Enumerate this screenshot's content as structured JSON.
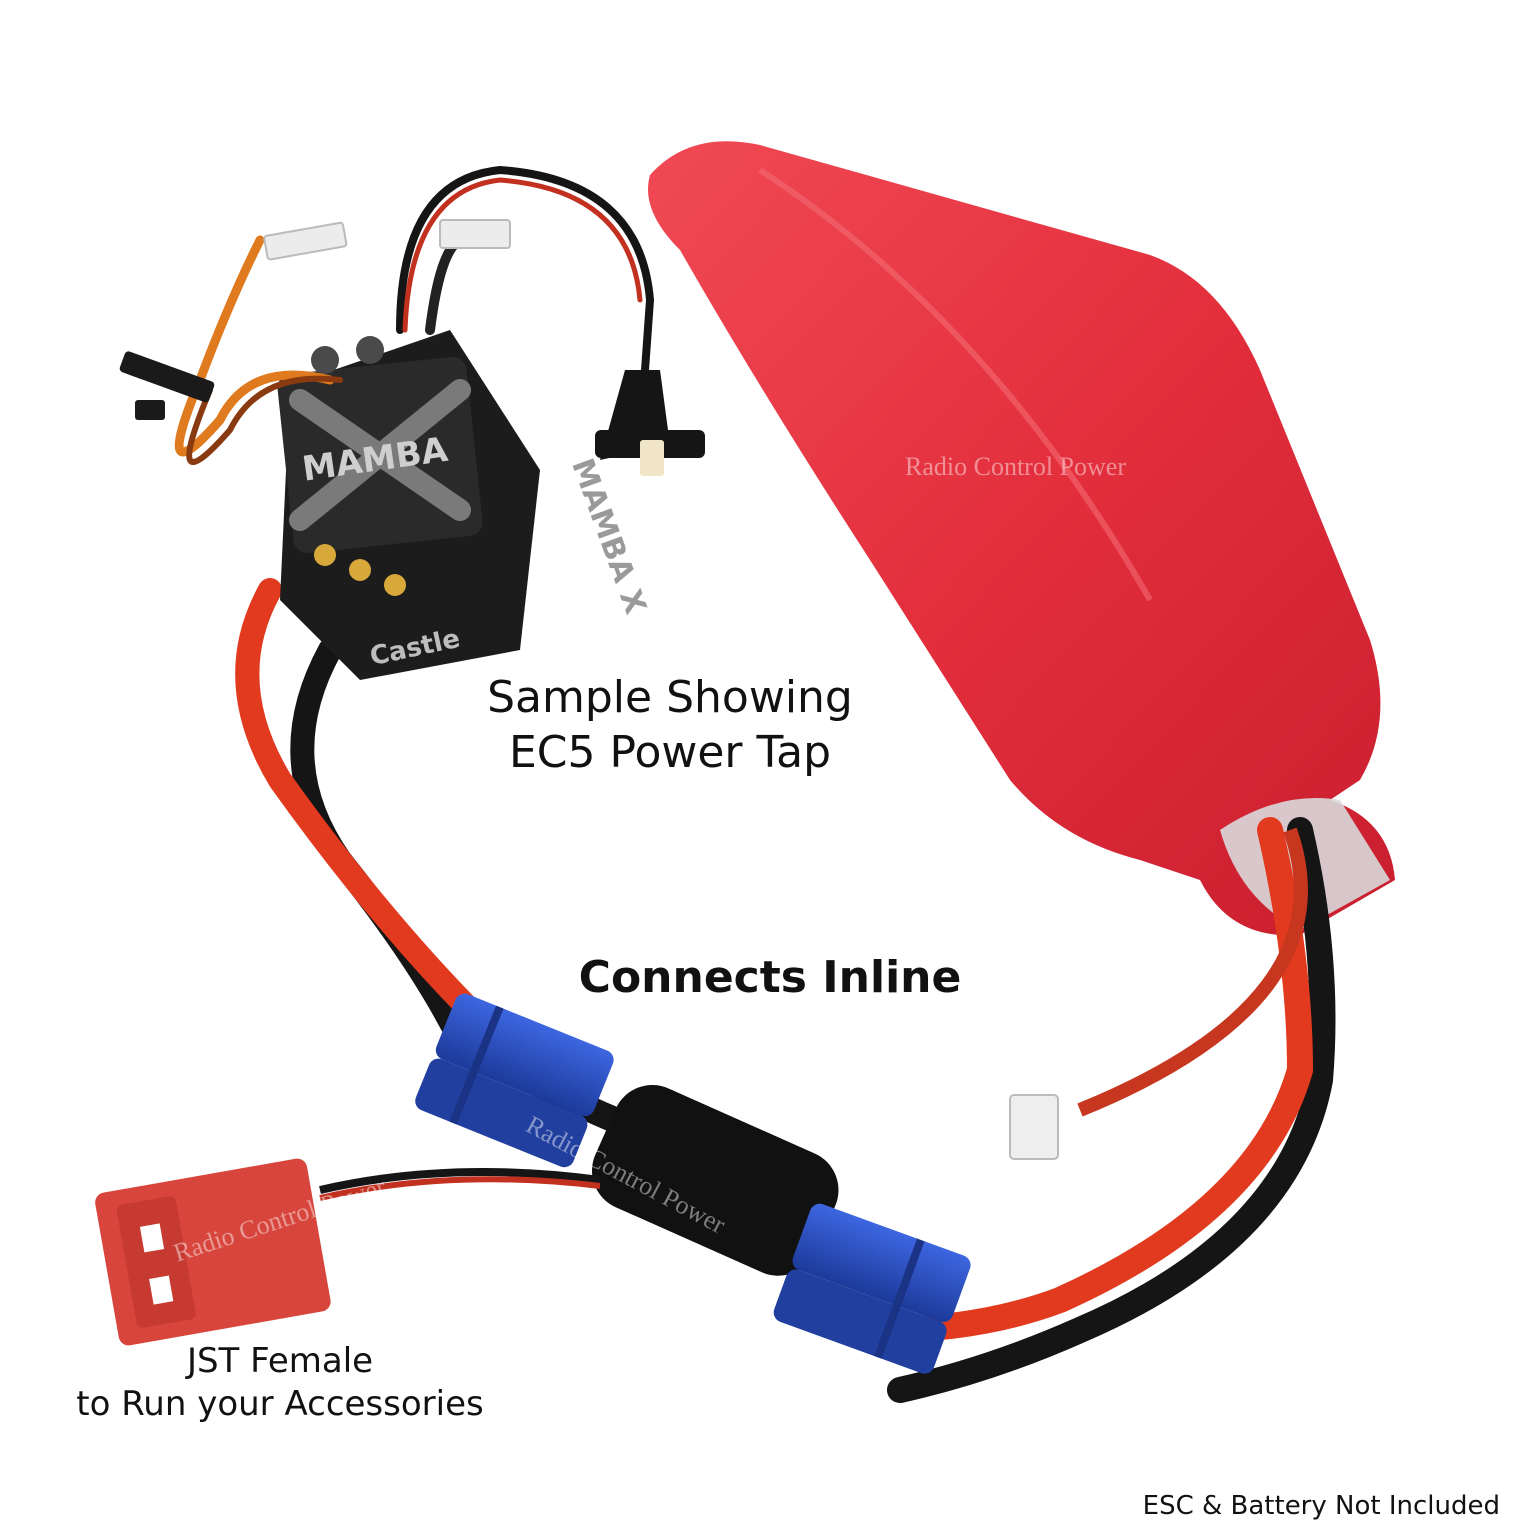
{
  "captions": {
    "main_line1": "Sample Showing",
    "main_line2": "EC5 Power Tap",
    "inline": "Connects Inline",
    "jst_line1": "JST Female",
    "jst_line2": "to Run your Accessories",
    "not_included": "ESC & Battery Not Included"
  },
  "watermark": "Radio Control Power",
  "esc": {
    "logo_line": "MAMBA",
    "side_brand": "Castle",
    "side_model": "MAMBA X"
  },
  "colors": {
    "battery_red": "#e8323c",
    "connector_blue": "#2a4fc4",
    "jst_red": "#d8453c",
    "wire_red": "#e23a1e",
    "wire_black": "#151515",
    "esc_black": "#1c1c1c"
  }
}
